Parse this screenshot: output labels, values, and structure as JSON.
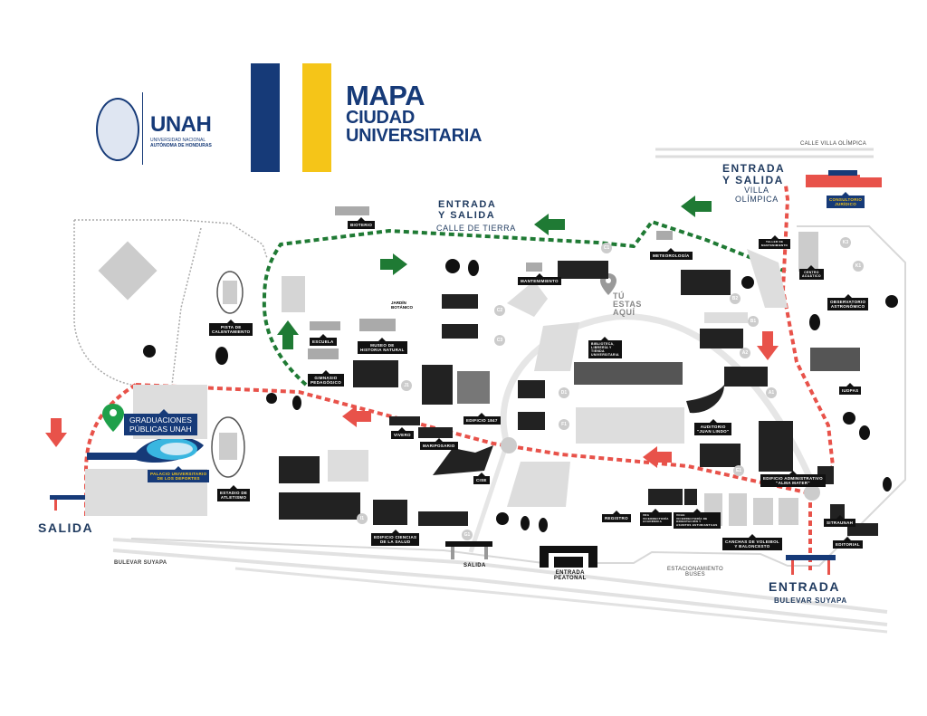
{
  "header": {
    "logo_name": "UNAH",
    "logo_subtitle_1": "UNIVERSIDAD NACIONAL",
    "logo_subtitle_2": "AUTÓNOMA DE HONDURAS",
    "title_line1": "MAPA",
    "title_line2": "CIUDAD",
    "title_line3": "UNIVERSITARIA",
    "brand_colors": {
      "navy": "#163a78",
      "yellow": "#f5c518"
    }
  },
  "roads": {
    "calle_villa_olimpica": "CALLE VILLA OLÍMPICA",
    "bulevar_suyapa": "BULEVAR SUYAPA",
    "estacionamiento_buses": "ESTACIONAMIENTO\nBUSES"
  },
  "entrances": {
    "villa_olimpica": {
      "title_1": "ENTRADA",
      "title_2": "Y SALIDA",
      "subtitle": "VILLA\nOLÍMPICA"
    },
    "calle_de_tierra": {
      "title_1": "ENTRADA",
      "title_2": "Y SALIDA",
      "subtitle": "CALLE DE TIERRA"
    },
    "salida_oeste": {
      "title": "SALIDA"
    },
    "entrada_bulevar": {
      "title": "ENTRADA",
      "subtitle": "BULEVAR SUYAPA"
    },
    "salida_sur": {
      "title": "SALIDA"
    },
    "entrada_peatonal": {
      "title": "ENTRADA\nPEATONAL"
    }
  },
  "you_are_here": "TÚ\nESTAS\nAQUÍ",
  "graduaciones": "GRADUACIONES\nPÚBLICAS UNAH",
  "route_colors": {
    "green": "#1f7a34",
    "red": "#e8524a"
  },
  "buildings": {
    "bioterio": "Bioterio",
    "jardin_botanico": "Jardín\nBotánico",
    "mantenimiento": "Mantenimiento",
    "meteorologia": "Meteorología",
    "taller_mantenimiento": "Taller de\nmantenimiento",
    "consultorio_juridico": "Consultorio\nJurídico",
    "centro_acuatico": "Centro\nAcuático",
    "observatorio": "Observatorio\nAstronómico",
    "pista_calentamiento": "Pista de\nCalentamiento",
    "escuela": "Escuela",
    "museo": "Museo de\nHistoria Natural",
    "gimnasio": "Gimnasio\nPedagógico",
    "biblioteca": "Biblioteca,\nLibrería y\nTienda\nUniversitaria",
    "edificio_1847": "Edificio 1847",
    "auditorio": "Auditorio\n\"Juan Lindo\"",
    "iudpas": "IUDPAS",
    "vivero": "Vivero",
    "mariposario": "Mariposario",
    "cise": "CISE",
    "palacio_deportes": "Palacio Universitario\nde los Deportes",
    "estadio": "Estadio de\nAtletismo",
    "ciencias_salud": "Edificio Ciencias\nde la Salud",
    "alma_mater": "Edificio Administrativo\n\"Alma Mater\"",
    "registro": "Registro",
    "vra": "VRA\nVicerrectoría\nAcadémica",
    "voae": "VOAE\nVicerrectoría de\nOrientación y\nAsuntos Estudiantiles",
    "canchas": "Canchas de Voleibol\ny Baloncesto",
    "sitraunah": "Sitraunah",
    "editorial": "Editorial"
  },
  "badges": {
    "c1": "C1",
    "c2": "C2",
    "c3": "C3",
    "k3": "K3",
    "k1": "K1",
    "b2": "B2",
    "b1": "B1",
    "a2": "A2",
    "a1": "A1",
    "d1": "D1",
    "f1": "F1",
    "j1": "J1",
    "e1": "E1",
    "i1": "I1",
    "g1": "G1"
  }
}
